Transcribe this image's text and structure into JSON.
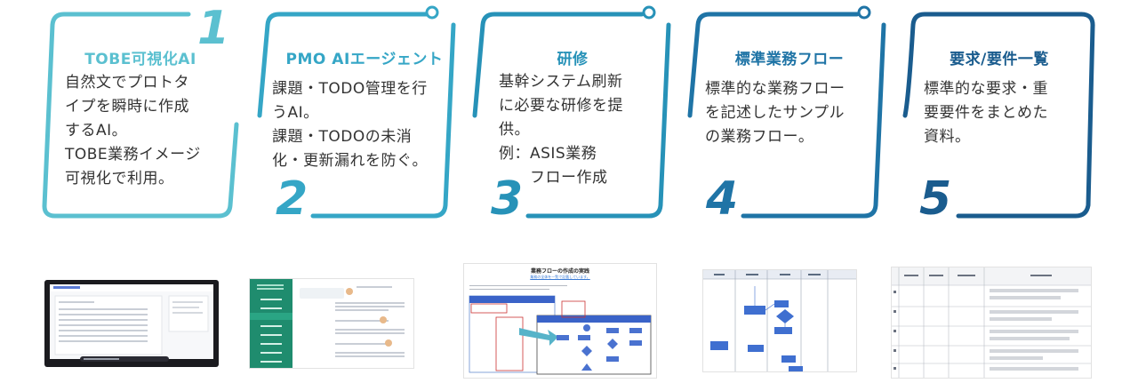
{
  "colors": {
    "step1": "#5bc0d0",
    "step2": "#35a6c6",
    "step3": "#2792b8",
    "step4": "#1f74a6",
    "step5": "#1a5c8e"
  },
  "steps": [
    {
      "number": "1",
      "title": "TOBE可視化AI",
      "body": "自然文でプロトタ\nイプを瞬時に作成\nするAI。\nTOBE業務イメージ\n可視化で利用。"
    },
    {
      "number": "2",
      "title": "PMO AIエージェント",
      "body": "課題・TODO管理を行\nうAI。\n課題・TODOの未消\n化・更新漏れを防ぐ。"
    },
    {
      "number": "3",
      "title": "研修",
      "body": "基幹システム刷新\nに必要な研修を提\n供。\n例：ASIS業務\n　　フロー作成"
    },
    {
      "number": "4",
      "title": "標準業務フロー",
      "body": "標準的な業務フロー\nを記述したサンプル\nの業務フロー。"
    },
    {
      "number": "5",
      "title": "要求/要件一覧",
      "body": "標準的な要求・重\n要要件をまとめた\n資料。"
    }
  ],
  "thumbnails": {
    "training": {
      "heading": "業務フローの作成の実践",
      "subheading": "業務の全体を一覧で記載しています。"
    }
  }
}
